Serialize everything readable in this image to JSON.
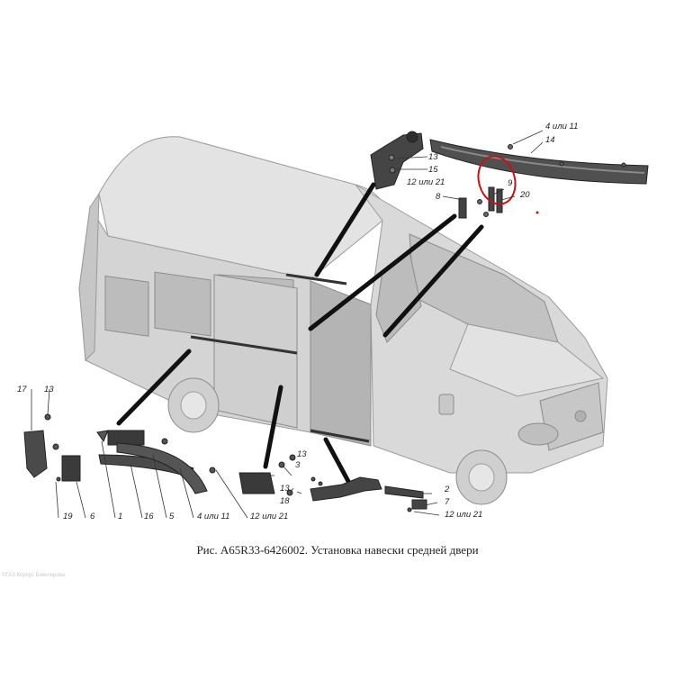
{
  "caption": "Рис. А65R33-6426002. Установка навески средней двери",
  "watermark": "©ГАЗ Корпус Бекклярова",
  "callouts": {
    "c4or11_top": "4 или 11",
    "c14": "14",
    "c13_top": "13",
    "c15": "15",
    "c12or21_top": "12 или 21",
    "c8": "8",
    "c9": "9",
    "c20": "20",
    "c17": "17",
    "c13_left": "13",
    "c19": "19",
    "c6": "6",
    "c1": "1",
    "c16": "16",
    "c5": "5",
    "c4or11_bottom": "4 или 11",
    "c12or21_mid": "12 или 21",
    "c13_mid": "13",
    "c3": "3",
    "c13_right": "13",
    "c18": "18",
    "c2": "2",
    "c7": "7",
    "c12or21_right": "12 или 21"
  },
  "colors": {
    "van_body": "#d9d9d9",
    "van_shade": "#bdbdbd",
    "parts": "#3a3a3a",
    "highlight_circle": "#c0141b",
    "leader_lines": "#111111"
  }
}
